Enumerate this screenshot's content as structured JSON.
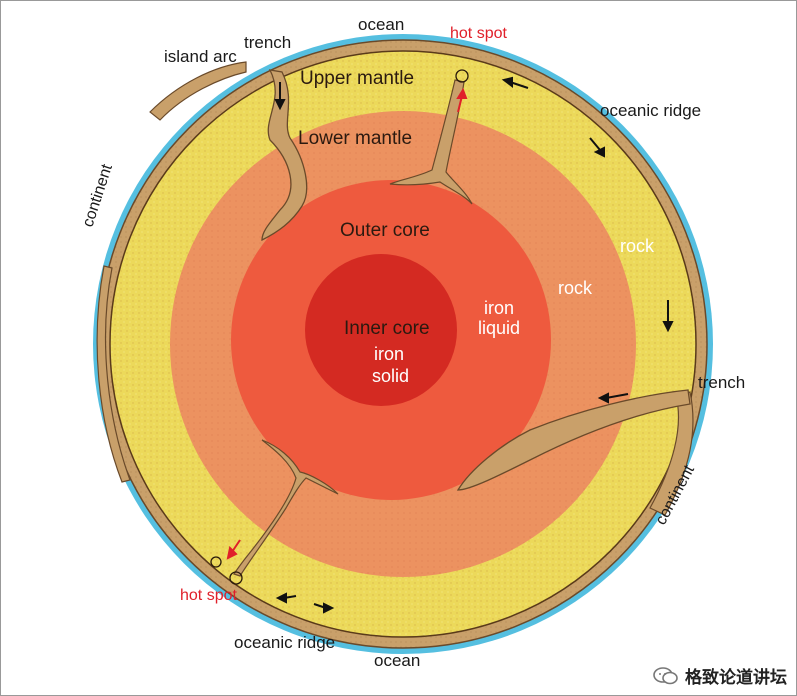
{
  "labels": {
    "ocean_top": "ocean",
    "hot_spot_top": "hot spot",
    "trench_top": "trench",
    "island_arc": "island arc",
    "upper_mantle": "Upper mantle",
    "lower_mantle": "Lower mantle",
    "oceanic_ridge_right": "oceanic ridge",
    "continent_left": "continent",
    "outer_core": "Outer core",
    "rock_right_outer": "rock",
    "rock_inner": "rock",
    "iron_liquid_1": "iron",
    "iron_liquid_2": "liquid",
    "inner_core": "Inner core",
    "iron_solid_1": "iron",
    "iron_solid_2": "solid",
    "trench_right": "trench",
    "continent_right": "continent",
    "hot_spot_bottom": "hot spot",
    "oceanic_ridge_bottom": "oceanic ridge",
    "ocean_bottom": "ocean"
  },
  "watermark": {
    "text": "格致论道讲坛",
    "icon": "wechat-icon"
  },
  "colors": {
    "ocean": "#55bfe0",
    "crust": "#c9a06a",
    "upper_mantle": "#ecd95a",
    "lower_mantle": "#ec9260",
    "outer_core": "#ee5a3e",
    "inner_core": "#d42a22",
    "hot_spot": "#e0202a"
  }
}
